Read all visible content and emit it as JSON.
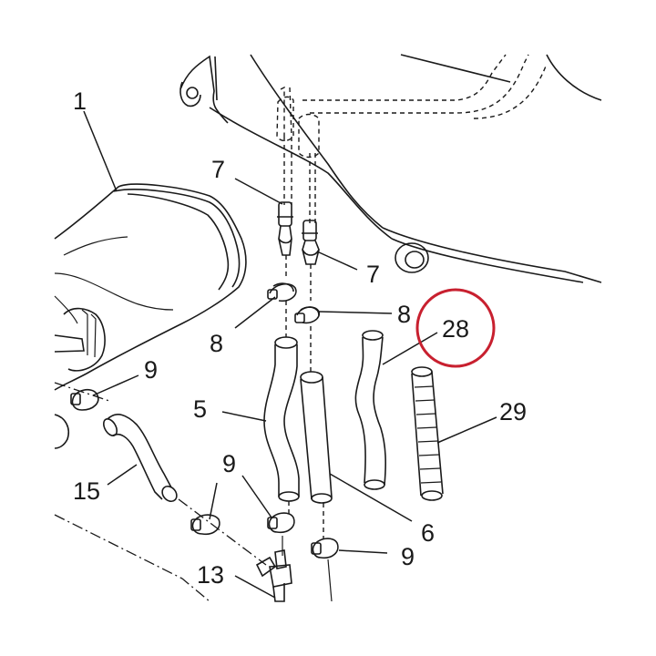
{
  "diagram": {
    "highlight_color": "#c8202f",
    "line_color": "#1a1a1a",
    "callouts": {
      "c1": "1",
      "c7a": "7",
      "c7b": "7",
      "c8a": "8",
      "c8b": "8",
      "c28": "28",
      "c9a": "9",
      "c5": "5",
      "c29": "29",
      "c15": "15",
      "c9b": "9",
      "c6": "6",
      "c9c": "9",
      "c13": "13"
    }
  }
}
